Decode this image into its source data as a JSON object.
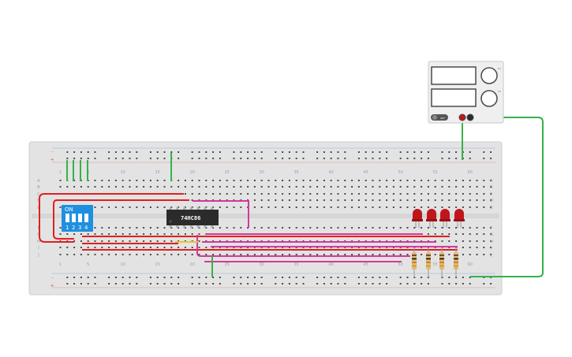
{
  "breadboard": {
    "column_numbers": [
      "1",
      "5",
      "10",
      "15",
      "20",
      "25",
      "30",
      "35",
      "40",
      "45",
      "50",
      "55",
      "60"
    ],
    "row_letters_top": [
      "A",
      "B",
      "C",
      "D",
      "E"
    ],
    "row_letters_bottom": [
      "F",
      "G",
      "H",
      "I",
      "J"
    ],
    "rail_plus": "+",
    "rail_minus": "−"
  },
  "chip": {
    "label": "74HC86"
  },
  "dip_switch": {
    "on_label": "ON",
    "numbers": [
      "1",
      "2",
      "3",
      "4"
    ]
  },
  "power_supply": {
    "switch_label": "OFF",
    "knob_labels": [
      "CV",
      "CC"
    ]
  },
  "leds": {
    "count": 4,
    "color": "#c0161b"
  },
  "resistors": {
    "count": 4
  },
  "colors": {
    "breadboard": "#e3e3e3",
    "wire_green": "#35b24a",
    "wire_red": "#e02020",
    "wire_magenta": "#d4389e",
    "wire_yellow": "#e8c23a",
    "dip_switch": "#1f8fe0",
    "chip": "#2b2b2b"
  }
}
